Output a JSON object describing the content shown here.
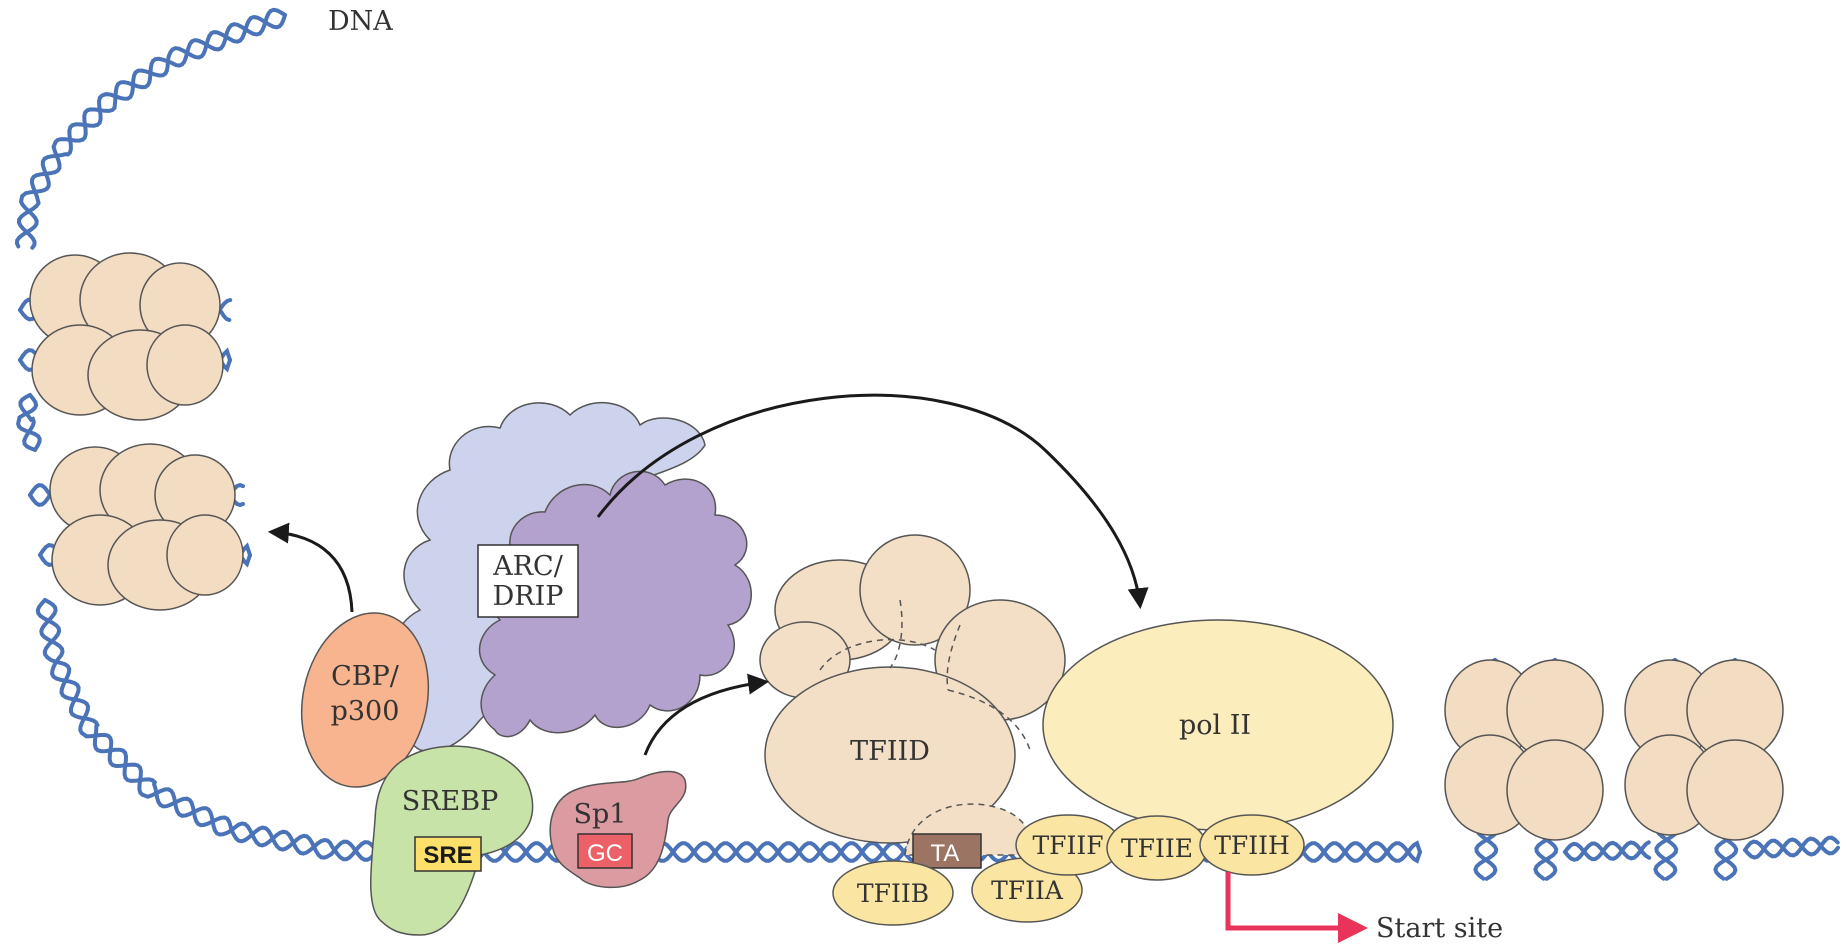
{
  "labels": {
    "dna": "DNA",
    "arc_line1": "ARC/",
    "arc_line2": "DRIP",
    "cbp_line1": "CBP/",
    "cbp_line2": "p300",
    "srebp": "SREBP",
    "sre": "SRE",
    "sp1": "Sp1",
    "gc": "GC",
    "tfiid": "TFIID",
    "pol2": "pol II",
    "tata": "TA",
    "tfiib": "TFIIB",
    "tfiia": "TFIIA",
    "tfiif": "TFIIF",
    "tfiie": "TFIIE",
    "tfiih": "TFIIH",
    "start_site": "Start site"
  },
  "colors": {
    "dna": "#4a73b8",
    "nucleosome": "#f2dcc2",
    "arc_light": "#cdd3ec",
    "arc_dark": "#b3a2cd",
    "cbp": "#f8b48e",
    "srebp": "#c8e3a8",
    "sre_box": "#fde06a",
    "sp1": "#dc9ba0",
    "gc_box": "#ec6068",
    "tfiid": "#f2dfc6",
    "pol2": "#fcedbc",
    "tata_box": "#9b7464",
    "tfii_small": "#fbe5a2",
    "start_arrow": "#e8345a"
  }
}
